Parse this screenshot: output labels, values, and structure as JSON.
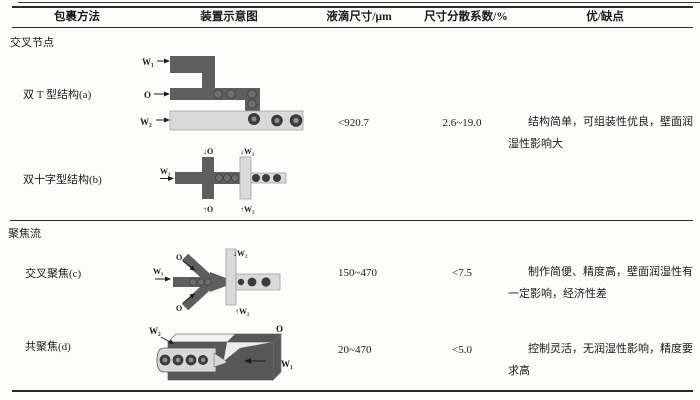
{
  "table": {
    "headers": [
      "包裹方法",
      "装置示意图",
      "液滴尺寸/μm",
      "尺寸分散系数/%",
      "优/缺点"
    ],
    "sections": [
      {
        "title": "交叉节点",
        "rows": [
          {
            "method": "双 T 型结构(a)"
          },
          {
            "method": "双十字型结构(b)"
          }
        ],
        "shared": {
          "droplet_size": "<920.7",
          "dispersion": "2.6~19.0",
          "pros_cons": "结构简单，可组装性优良，壁面润湿性影响大"
        }
      },
      {
        "title": "聚焦流",
        "rows": [
          {
            "method": "交叉聚焦(c)",
            "droplet_size": "150~470",
            "dispersion": "<7.5",
            "pros_cons": "制作简便、精度高，壁面润湿性有一定影响，经济性差"
          },
          {
            "method": "共聚焦(d)",
            "droplet_size": "20~470",
            "dispersion": "<5.0",
            "pros_cons": "控制灵活，无润湿性影响，精度要求高"
          }
        ]
      }
    ]
  },
  "diagrams": {
    "labels": {
      "w1": "W₁",
      "w2": "W₂",
      "o": "O",
      "o_down": "↓O",
      "o_up": "↑O",
      "w2_down": "↓W₂",
      "w2_up": "↑W₂"
    }
  }
}
